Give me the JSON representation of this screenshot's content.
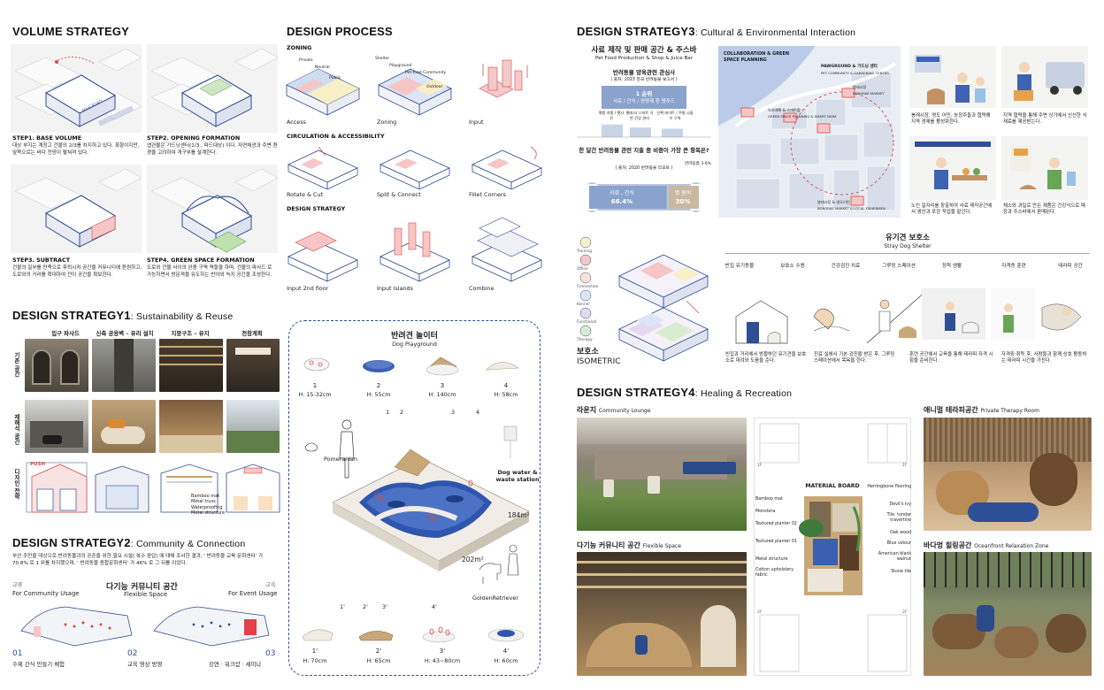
{
  "volume": {
    "title": "VOLUME STRATEGY",
    "steps": [
      {
        "title": "STEP1. BASE VOLUME",
        "desc": "대상 부지는 계정고 건물의 2/3를 차지하고 있다. 폭항이지만, 앞쪽으로는 바다 전망이 펼쳐져 있다."
      },
      {
        "title": "STEP2. OPENING FORMATION",
        "desc": "앱관물은 가드닝센터(1/3 , 파드대상) 이다. 자연채광과 주변 환경을 고려하여 개구부를 설계한다."
      },
      {
        "title": "STEP3. SUBTRACT",
        "desc": "건물의 일부를 만족으로 후퇴시켜 공간을 커뮤니티에 환원하고, 도로와의 거리를 확대하여 전이 공간을 확보한다."
      },
      {
        "title": "STEP4. GREEN SPACE FORMATION",
        "desc": "도로와 건물 사이의 완충 구역 역할을 하며, 건물의 파사드 로 가능하면서 방문객을 유도하는 반야외 녹지 공간을 조성한다."
      }
    ],
    "road_label": "Main ROAD"
  },
  "strategy1": {
    "title": "DESIGN STRATEGY1",
    "subtitle": ": Sustainability & Reuse",
    "cols": [
      "입구 파사드",
      "신축 공용벽 – 유리 설치",
      "지붕구조 – 유지",
      "천창계획"
    ],
    "rows": [
      "기존 공간",
      "재해석 공간",
      "디자인 전략"
    ],
    "push": "PUSH",
    "legend": [
      "Bamboo mat",
      "Metal truss",
      "Waterproofing",
      "Metal structure"
    ]
  },
  "strategy2": {
    "title": "DESIGN STRATEGY2",
    "subtitle": ": Community & Connection",
    "desc": "부산 주민을 대상으로 반려동물과의 공존을 위한 필요 시설( 복수 응답) 에 대해 조사한 결과, ' 반려동물 교육 문화센터' 가 70.8% 로 1 위를 차지했으며, ' 반려동물 종합문화센터' 가 46% 로 그 뒤를 이었다.",
    "center_title": "다기능 커뮤니티 공간",
    "left_ko": "교류",
    "left_en": "For Community Usage",
    "mid_en": "Flexible Space",
    "right_ko": "교육",
    "right_en": "For Event Usage",
    "items": [
      {
        "num": "01",
        "label": "수제 간식 만들기 체험"
      },
      {
        "num": "02",
        "label": "교육 영상 방영"
      },
      {
        "num": "03",
        "label": "강연 · 워크샵 · 세미나"
      }
    ]
  },
  "process": {
    "title": "DESIGN PROCESS",
    "zoning_title": "ZONING",
    "zoning_labels": {
      "left": [
        "Private",
        "Neutral",
        "Public"
      ],
      "right": [
        "Shelter",
        "Playground",
        "Pet-food Community",
        "Outdoor"
      ]
    },
    "row1": [
      "Access",
      "Zoning",
      "Input"
    ],
    "circ_title": "CIRCULATION & ACCESSIBILITY",
    "row2": [
      "Rotate & Cut",
      "Split & Connect",
      "Fillet Corners"
    ],
    "strat_title": "DESIGN STRATEGY",
    "row3": [
      "Input 2nd floor",
      "Input Islands",
      "Combine"
    ]
  },
  "playground": {
    "title_ko": "반려견 놀이터",
    "title_en": "Dog Playground",
    "top_items": [
      {
        "num": "1",
        "h": "H: 15-32cm"
      },
      {
        "num": "2",
        "h": "H: 55cm"
      },
      {
        "num": "3",
        "h": "H: 140cm"
      },
      {
        "num": "4",
        "h": "H: 58cm"
      }
    ],
    "bottom_items": [
      {
        "num": "1'",
        "h": "H: 70cm"
      },
      {
        "num": "2'",
        "h": "H: 65cm"
      },
      {
        "num": "3'",
        "h": "H: 43~80cm"
      },
      {
        "num": "4'",
        "h": "H: 60cm"
      }
    ],
    "pomeranian": "Pomeranian",
    "golden": "GoldenRetriever",
    "station": "Dog water & waste station",
    "area1": "184m²",
    "area2": "202m²",
    "callouts": [
      "1",
      "2",
      "3",
      "4"
    ],
    "callouts2": [
      "1'",
      "2'",
      "3'",
      "4'"
    ]
  },
  "strategy3": {
    "title": "DESIGN STRATEGY3",
    "subtitle": ": Cultural & Environmental Interaction",
    "pet_title_ko": "사료 제작 및 판매 공간 & 주스바",
    "pet_title_en": "Pet Food Production & Shop & Juice Bar",
    "survey_title": "반려동물 양육관련 관심사",
    "survey_src": "( 출처: 2023 한국 반려동물 보고서 )",
    "rank_label": "1 순위",
    "rank_value": "사료 / 간식 / 영양제 등 펫푸드",
    "bars": [
      {
        "label": "펫용 자원 / 펫사진",
        "value": 42
      },
      {
        "label": "펫테크/ 스마트 기반 건강 관리",
        "value": 32
      },
      {
        "label": "산책 데이트 / 주말 나들이 구역",
        "value": 28
      }
    ],
    "q_title": "한 달간 반려동물 관련 지출 중 비중이 가장 큰 항목은?",
    "q_src": "( 출처: 2020 반려동물 리포트 )",
    "bone_left_label": "사료 , 간식",
    "bone_left_value": "66.4%",
    "bone_right_label": "병 원비",
    "bone_right_value": "30%",
    "side_note": "반려용품 3.6%",
    "map_title": "COLLABORATION & GREEN SPACE PLANNING",
    "map_labels": [
      "PAWGROUND & 가드닝 센터",
      "PET COMMUNITY & GARDENING CENTER",
      "봉래시장",
      "BONGRAE MARKET",
      "녹지계획 & 스마트팜",
      "GREEN SPACE PLANNING & SMART FARM",
      "봉래시장 & 영도어민",
      "BONGRAE MARKET & LOCAL FISHERMEN"
    ],
    "right_caps": [
      "봉래시장, 영도 어민, 농장주들과 협력해 지역 경제를 활성화한다.",
      "지역 협력을 통해 주변 상가에서 신선한 식재료를 제공받는다.",
      "노인 일자리를 창출하여 사료 제작공간에서 생산과 포장 작업을 맡긴다.",
      "채소와 과일로 만든 제품은 건강식으로 매장과 주스바에서 판매된다."
    ],
    "iso_labels": [
      "Training",
      "Office",
      "Connection",
      "Kennel",
      "Functional",
      "Therapy"
    ],
    "iso_title_ko": "보호소",
    "iso_title_en": "ISOMETRIC",
    "shelter_ko": "유기견 보호소",
    "shelter_en": "Stray Dog Shelter",
    "steps": [
      "빈집 유기동물",
      "보호소 수용",
      "건강검진 치료",
      "그루밍 스페이션",
      "정착 생활",
      "자격증 훈련",
      "테라피 공간"
    ],
    "shelter_caps": [
      "빈집과 거리에서 방황하던 유기견을 보호소로 데려와 도움을 준다.",
      "진료 실에서 기본 검진을 받은 후, 그루밍 스페이션에서 목욕을 한다.",
      "훈련 공간에서 교육을 통해 테라피 자격 시험을 준비한다.",
      "자격증 취득 후, 사람들과 함께 상호 활동하는 테라피 시간을 가진다."
    ]
  },
  "strategy4": {
    "title": "DESIGN STRATEGY4",
    "subtitle": ": Healing & Recreation",
    "lounge_ko": "라운지",
    "lounge_en": "Community Lounge",
    "flex_ko": "다기능 커뮤니티 공간",
    "flex_en": "Flexible Space",
    "therapy_ko": "애니멀 테라피공간",
    "therapy_en": "Private Therapy Room",
    "ocean_ko": "바다멍 힐링공간",
    "ocean_en": "Oceanfront Relaxation Zone",
    "material_title": "MATERIAL BOARD",
    "materials_left": [
      "Bamboo mat",
      "Monstera",
      "Textured planter 02",
      "Textured planter 01",
      "Metal structure",
      "Cotton upholstery fabric"
    ],
    "materials_right": [
      "Herringbone flooring",
      "Devil's ivy",
      "Tile: tondar travertine",
      "Oak wood",
      "Blue velour",
      "American black walnut",
      "Stone tile"
    ],
    "plan_labels": [
      "1F",
      "1F",
      "2F",
      "2F"
    ]
  }
}
